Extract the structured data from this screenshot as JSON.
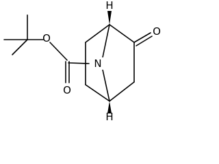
{
  "molecule": {
    "atoms": {
      "oxygen_ester": "O",
      "oxygen_carbonyl_carbamate": "O",
      "nitrogen": "N",
      "oxygen_ketone": "O",
      "hydrogen_top": "H",
      "hydrogen_bottom": "H"
    }
  }
}
